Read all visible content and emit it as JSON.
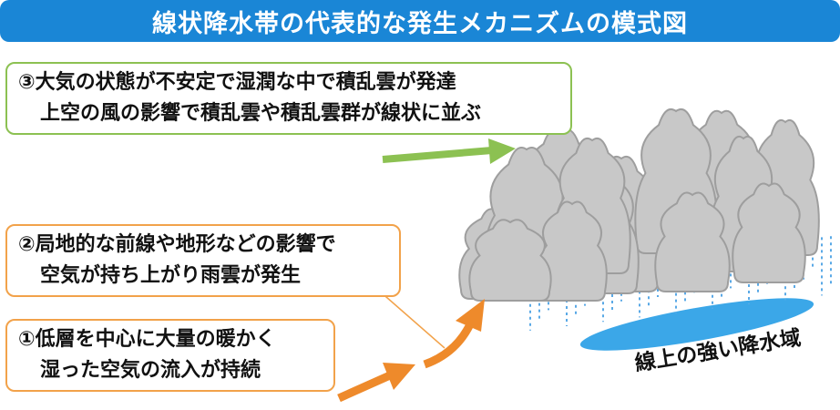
{
  "title": "線状降水帯の代表的な発生メカニズムの模式図",
  "steps": [
    {
      "number": "①",
      "lines": [
        "低層を中心に大量の暖かく",
        "湿った空気の流入が持続"
      ]
    },
    {
      "number": "②",
      "lines": [
        "局地的な前線や地形などの影響で",
        "空気が持ち上がり雨雲が発生"
      ]
    },
    {
      "number": "③",
      "lines": [
        "大気の状態が不安定で湿潤な中で積乱雲が発達",
        "上空の風の影響で積乱雲や積乱雲群が線状に並ぶ"
      ]
    }
  ],
  "rain_area_label": "線上の強い降水域",
  "colors": {
    "title_bg": "#1a86d6",
    "green": "#8cc152",
    "orange": "#f2a24a",
    "arrow_orange": "#ee8a2b",
    "cloud": "#c8c8c8",
    "cloud_edge": "#9e9e9e",
    "rain": "#5aa9e6",
    "rain_area": "#3ba7e8"
  }
}
